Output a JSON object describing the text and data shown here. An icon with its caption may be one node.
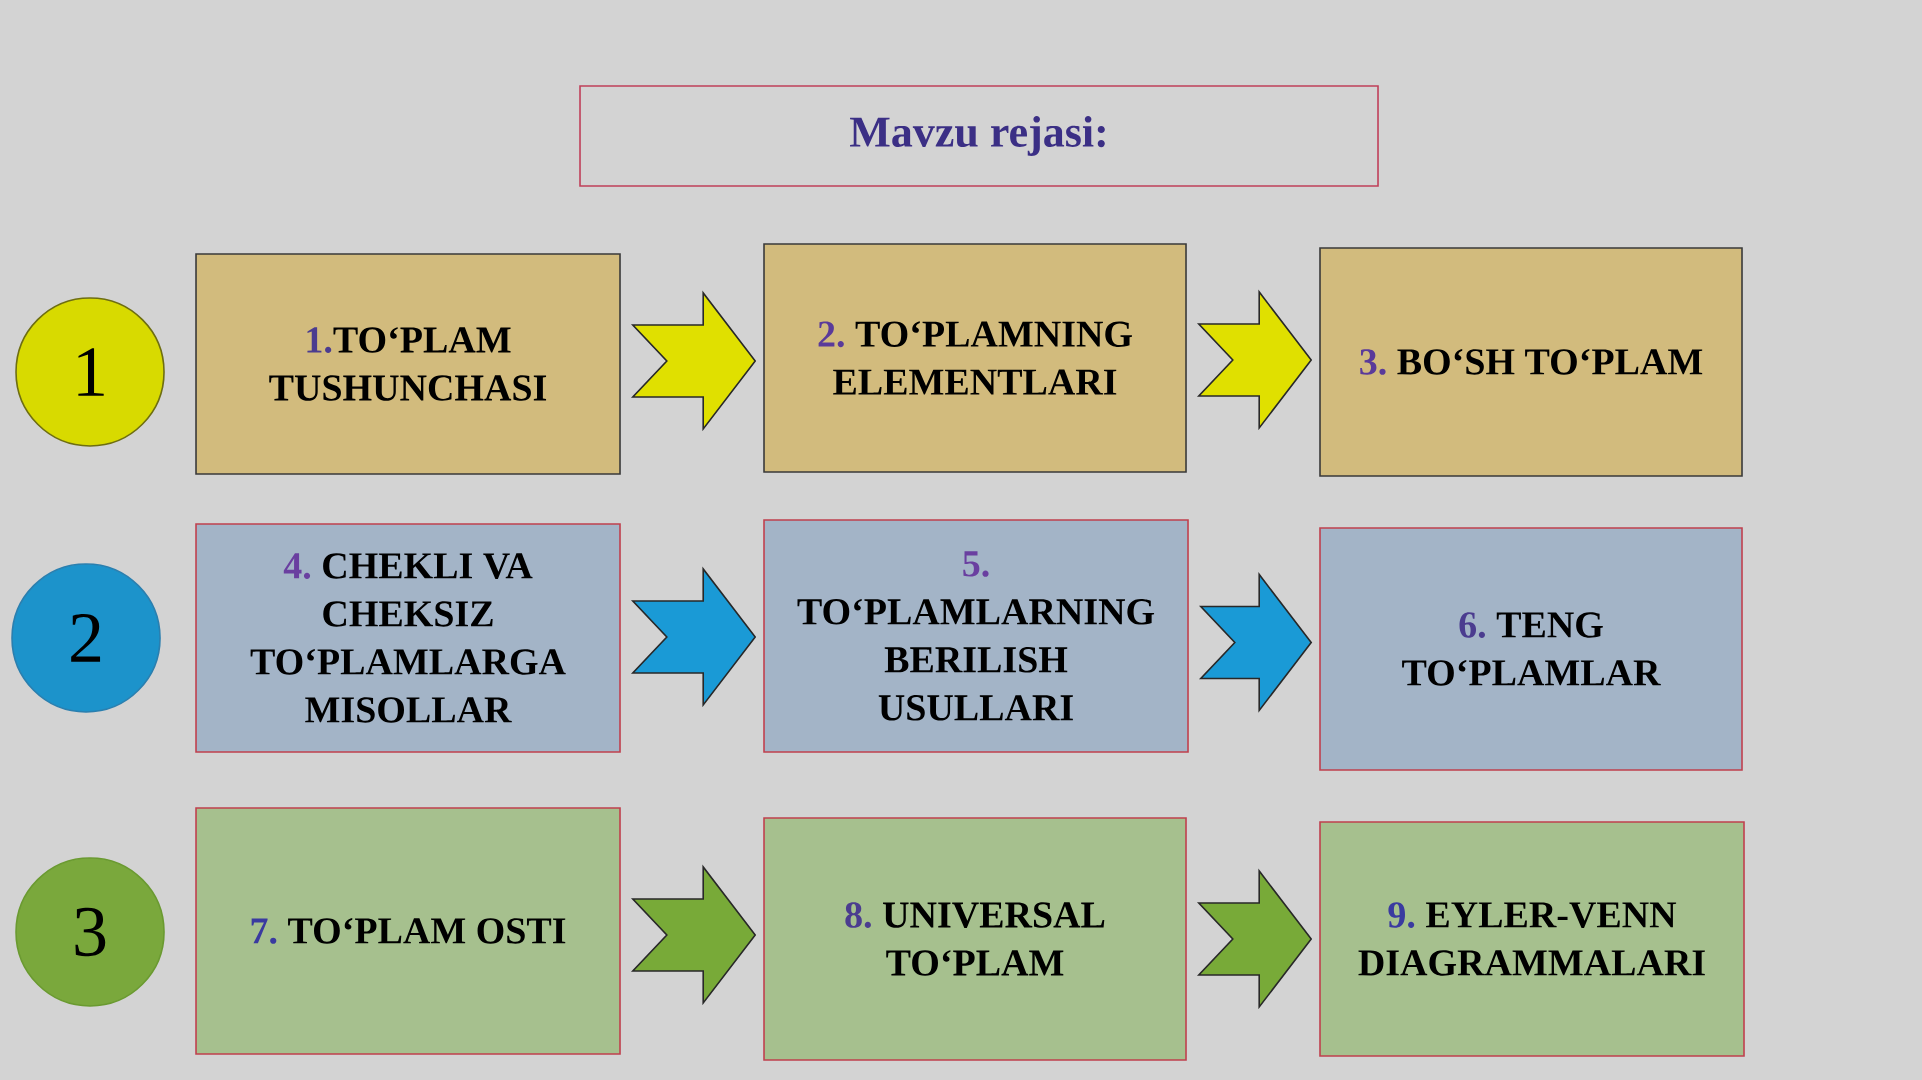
{
  "diagram": {
    "title": "Mavzu rejasi:",
    "nodes": [
      {
        "text": [
          "1"
        ]
      },
      {
        "text": [
          "1.",
          "TO‘PLAM TUSHUNCHASI"
        ]
      },
      {
        "text": [
          "2.",
          "TO‘PLAMNING ELEMENTLARI"
        ]
      },
      {
        "text": [
          "3.",
          "BO‘SH TO‘PLAM"
        ]
      },
      {
        "text": [
          "2"
        ]
      },
      {
        "text": [
          "4.",
          "CHEKLI VA CHEKSIZ TO‘PLAMLARGA MISOLLAR"
        ]
      },
      {
        "text": [
          "5.",
          "TO‘PLAMLARNING BERILISH USULLARI"
        ]
      },
      {
        "text": [
          "6.",
          "TENG TO‘PLAMLAR"
        ]
      },
      {
        "text": [
          "3"
        ]
      },
      {
        "text": [
          "7.",
          "TO‘PLAM OSTI"
        ]
      },
      {
        "text": [
          "8.",
          "UNIVERSAL TO‘PLAM"
        ]
      },
      {
        "text": [
          "9.",
          "EYLER-VENN DIAGRAMMALARI"
        ]
      }
    ],
    "edges": [
      {
        "from": 1,
        "to": 2,
        "arrow": "to",
        "color": "#e0e000"
      },
      {
        "from": 2,
        "to": 3,
        "arrow": "to",
        "color": "#e0e000"
      },
      {
        "from": 5,
        "to": 6,
        "arrow": "to",
        "color": "#1a9ad6"
      },
      {
        "from": 6,
        "to": 7,
        "arrow": "to",
        "color": "#1a9ad6"
      },
      {
        "from": 9,
        "to": 10,
        "arrow": "to",
        "color": "#78aa38"
      },
      {
        "from": 10,
        "to": 11,
        "arrow": "to",
        "color": "#78aa38"
      }
    ]
  }
}
